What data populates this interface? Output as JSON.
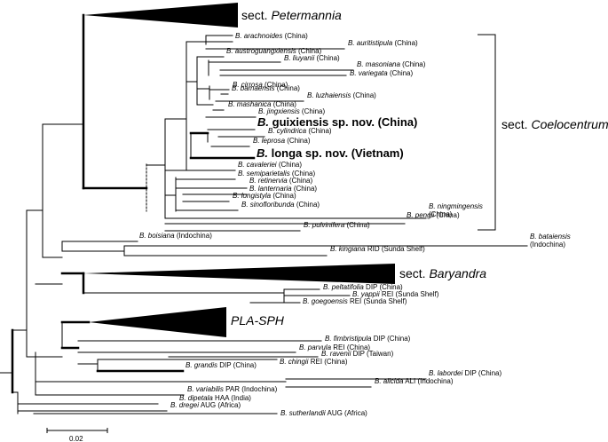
{
  "scale_bar_label": "0.02",
  "sections": {
    "petermannia": {
      "prefix": "sect.",
      "name": "Petermannia"
    },
    "coelocentrum": {
      "prefix": "sect.",
      "name": "Coelocentrum"
    },
    "baryandra": {
      "prefix": "sect.",
      "name": "Baryandra"
    },
    "pla_sph": {
      "name": "PLA-SPH"
    }
  },
  "leaves": [
    {
      "id": "arachnoides",
      "genus": "B.",
      "epithet": "arachnoides",
      "suffix": "(China)"
    },
    {
      "id": "auritistipula",
      "genus": "B.",
      "epithet": "auritistipula",
      "suffix": "(China)"
    },
    {
      "id": "austroguangxiensis",
      "genus": "B.",
      "epithet": "austroguangxiensis",
      "suffix": "(China)"
    },
    {
      "id": "liuyanii",
      "genus": "B.",
      "epithet": "liuyanii",
      "suffix": "(China)"
    },
    {
      "id": "masoniana",
      "genus": "B.",
      "epithet": "masoniana",
      "suffix": "(China)"
    },
    {
      "id": "variegata",
      "genus": "B.",
      "epithet": "variegata",
      "suffix": "(China)"
    },
    {
      "id": "cirrosa",
      "genus": "B.",
      "epithet": "cirrosa",
      "suffix": "(China)"
    },
    {
      "id": "bamaensis",
      "genus": "B.",
      "epithet": "bamaensis",
      "suffix": "(China)"
    },
    {
      "id": "luzhaiensis",
      "genus": "B.",
      "epithet": "luzhaiensis",
      "suffix": "(China)"
    },
    {
      "id": "mashanica",
      "genus": "B.",
      "epithet": "mashanica",
      "suffix": "(China)"
    },
    {
      "id": "jingxiensis",
      "genus": "B.",
      "epithet": "jingxiensis",
      "suffix": "(China)"
    },
    {
      "id": "guixiensis",
      "genus": "B.",
      "epithet": "guixiensis sp. nov.",
      "suffix": "(China)",
      "bold": true
    },
    {
      "id": "cylindrica",
      "genus": "B.",
      "epithet": "cylindrica",
      "suffix": "(China)"
    },
    {
      "id": "leprosa",
      "genus": "B.",
      "epithet": "leprosa",
      "suffix": "(China)"
    },
    {
      "id": "longa",
      "genus": "B.",
      "epithet": "longa sp. nov.",
      "suffix": "(Vietnam)",
      "bold": true
    },
    {
      "id": "cavaleriei",
      "genus": "B.",
      "epithet": "cavaleriei",
      "suffix": "(China)"
    },
    {
      "id": "semiparietalis",
      "genus": "B.",
      "epithet": "semiparietalis",
      "suffix": "(China)"
    },
    {
      "id": "retinervia",
      "genus": "B.",
      "epithet": "retinervia",
      "suffix": "(China)"
    },
    {
      "id": "lanternaria",
      "genus": "B.",
      "epithet": "lanternaria",
      "suffix": "(China)"
    },
    {
      "id": "longistyla",
      "genus": "B.",
      "epithet": "longistyla",
      "suffix": "(China)"
    },
    {
      "id": "sinofloribunda",
      "genus": "B.",
      "epithet": "sinofloribunda",
      "suffix": "(China)"
    },
    {
      "id": "ningmingensis",
      "genus": "B.",
      "epithet": "ningmingensis",
      "suffix": "(China)"
    },
    {
      "id": "pengii",
      "genus": "B.",
      "epithet": "pengii",
      "suffix": "(China)"
    },
    {
      "id": "pulvinifera",
      "genus": "B.",
      "epithet": "pulvinifera",
      "suffix": "(China)"
    },
    {
      "id": "boisiana",
      "genus": "B.",
      "epithet": "boisiana",
      "suffix": "(Indochina)"
    },
    {
      "id": "kingiana",
      "genus": "B.",
      "epithet": "kingiana",
      "suffix": "RID (Sunda Shelf)"
    },
    {
      "id": "bataiensis",
      "genus": "B.",
      "epithet": "bataiensis",
      "suffix": "(Indochina)"
    },
    {
      "id": "peltatifolia",
      "genus": "B.",
      "epithet": "peltatifolia",
      "suffix": "DIP (China)"
    },
    {
      "id": "yappii",
      "genus": "B.",
      "epithet": "yappii",
      "suffix": "REI (Sunda Shelf)"
    },
    {
      "id": "goegoensis",
      "genus": "B.",
      "epithet": "goegoensis",
      "suffix": "REI (Sunda Shelf)"
    },
    {
      "id": "fimbristipula",
      "genus": "B.",
      "epithet": "fimbristipula",
      "suffix": "DIP (China)"
    },
    {
      "id": "parvula",
      "genus": "B.",
      "epithet": "parvula",
      "suffix": "REI (China)"
    },
    {
      "id": "ravenii",
      "genus": "B.",
      "epithet": "ravenii",
      "suffix": "DIP (Taiwan)"
    },
    {
      "id": "chingii",
      "genus": "B.",
      "epithet": "chingii",
      "suffix": "REI (China)"
    },
    {
      "id": "grandis",
      "genus": "B.",
      "epithet": "grandis",
      "suffix": "DIP (China)"
    },
    {
      "id": "labordei",
      "genus": "B.",
      "epithet": "labordei",
      "suffix": "DIP (China)"
    },
    {
      "id": "alicida",
      "genus": "B.",
      "epithet": "alicida",
      "suffix": "ALI (Indochina)"
    },
    {
      "id": "variabilis",
      "genus": "B.",
      "epithet": "variabilis",
      "suffix": "PAR (Indochina)"
    },
    {
      "id": "dipetala",
      "genus": "B.",
      "epithet": "dipetala",
      "suffix": "HAA (India)"
    },
    {
      "id": "dregei",
      "genus": "B.",
      "epithet": "dregei",
      "suffix": "AUG (Africa)"
    },
    {
      "id": "sutherlandii",
      "genus": "B.",
      "epithet": "sutherlandii",
      "suffix": "AUG (Africa)"
    }
  ]
}
